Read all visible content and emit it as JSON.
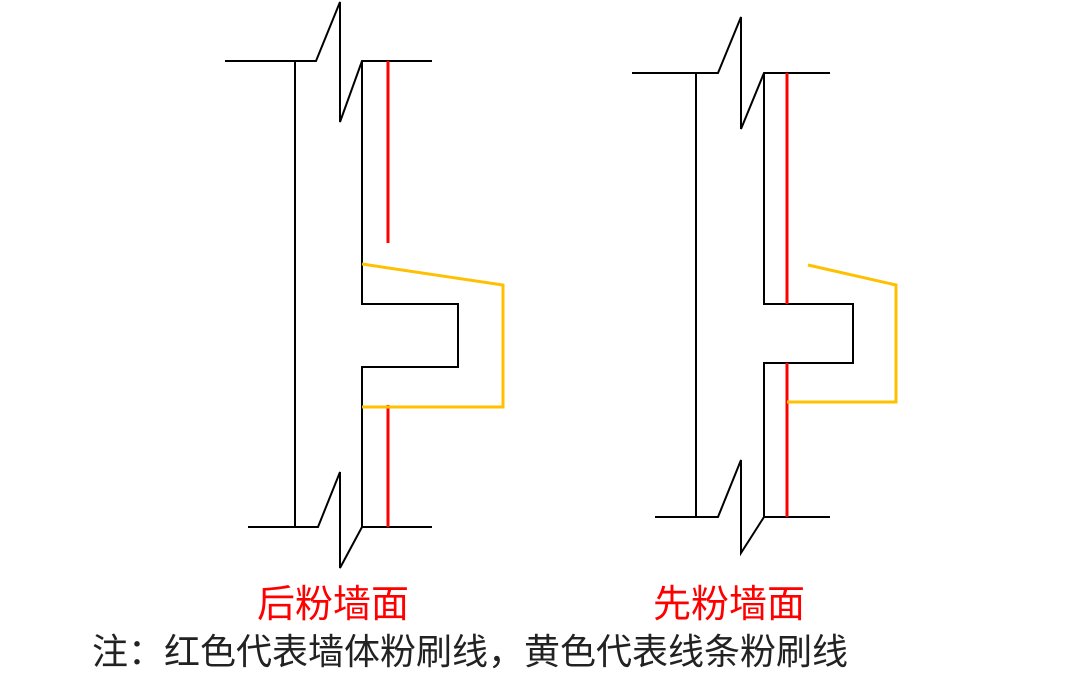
{
  "colors": {
    "wall": "#000000",
    "wall_plaster_line": "#ff0000",
    "strip_plaster_line": "#ffc000",
    "caption": "#ff0000",
    "note": "#222222"
  },
  "captions": {
    "left": "后粉墙面",
    "right": "先粉墙面"
  },
  "note": "注：红色代表墙体粉刷线，黄色代表线条粉刷线"
}
